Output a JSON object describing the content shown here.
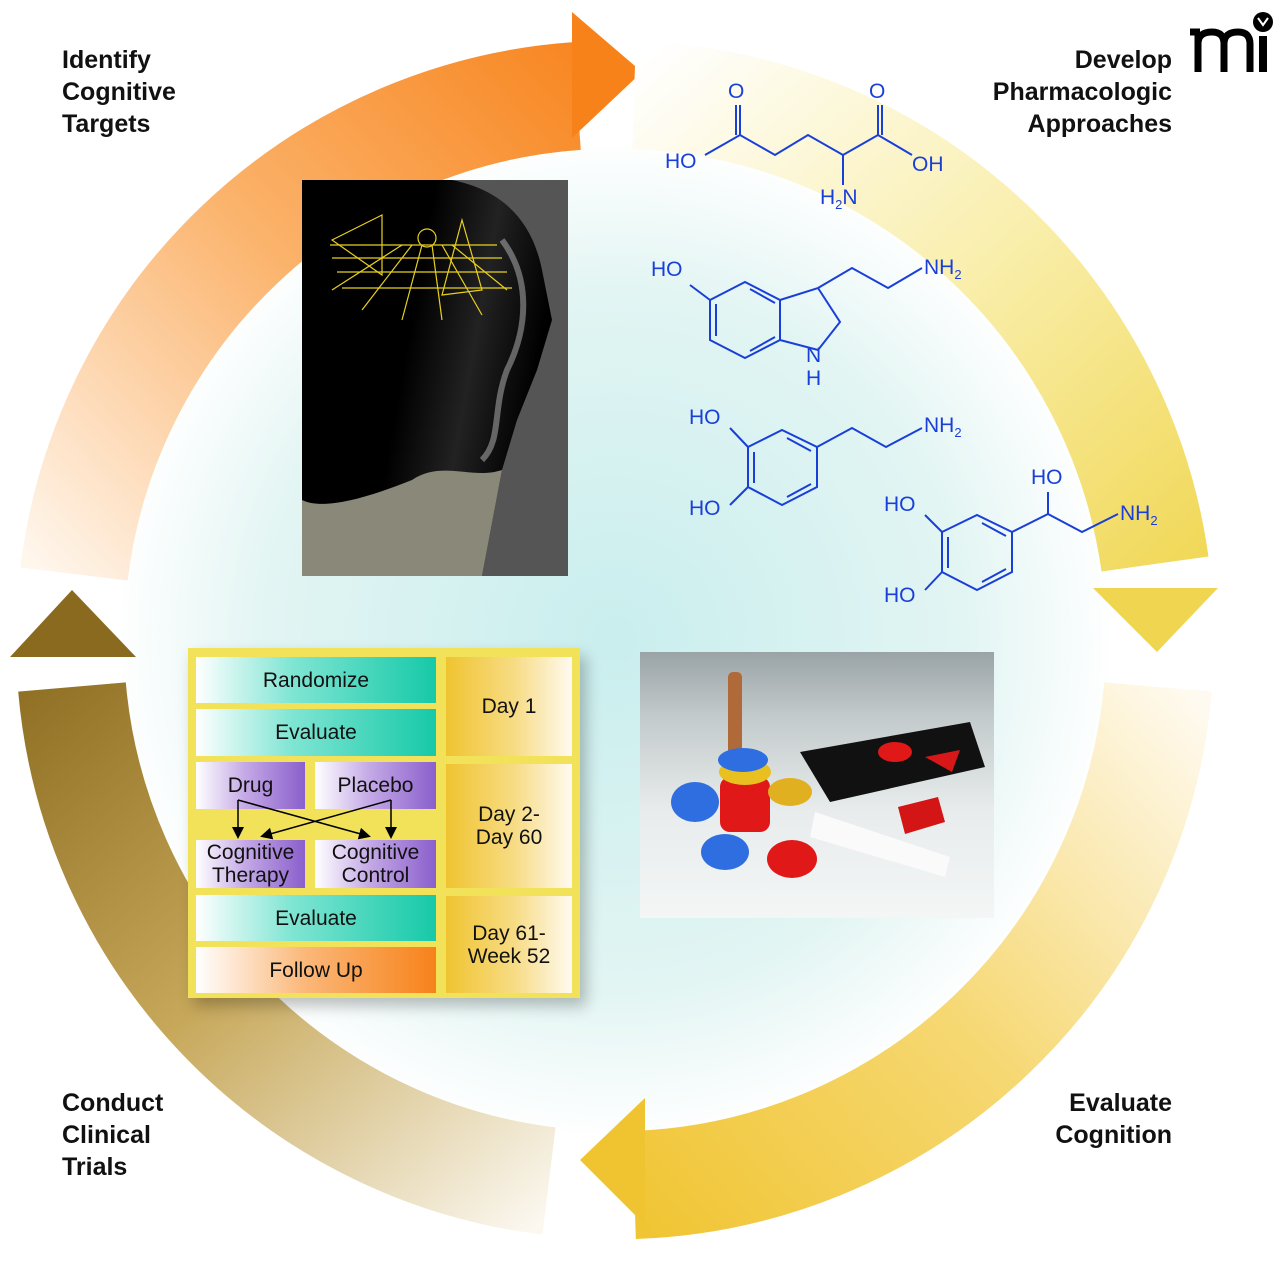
{
  "stages": {
    "identify": [
      "Identify",
      "Cognitive",
      "Targets"
    ],
    "develop": [
      "Develop",
      "Pharmacologic",
      "Approaches"
    ],
    "evaluate": [
      "Evaluate",
      "Cognition"
    ],
    "conduct": [
      "Conduct",
      "Clinical",
      "Trials"
    ]
  },
  "logo": "mi",
  "molecules": {
    "glutamate": {
      "o1": "O",
      "o2": "O",
      "ho": "HO",
      "oh": "OH",
      "h2n": "H",
      "h2n_sub": "2",
      "h2n_n": "N"
    },
    "serotonin": {
      "ho": "HO",
      "nh2": "NH",
      "nh2_sub": "2",
      "n": "N",
      "h": "H"
    },
    "dopamine": {
      "ho1": "HO",
      "ho2": "HO",
      "nh2": "NH",
      "nh2_sub": "2"
    },
    "norepinephrine": {
      "ho_side": "HO",
      "ho1": "HO",
      "ho2": "HO",
      "nh2": "NH",
      "nh2_sub": "2"
    }
  },
  "trial": {
    "randomize": "Randomize",
    "evaluate1": "Evaluate",
    "drug": "Drug",
    "placebo": "Placebo",
    "therapy": [
      "Cognitive",
      "Therapy"
    ],
    "control": [
      "Cognitive",
      "Control"
    ],
    "evaluate2": "Evaluate",
    "followup": "Follow Up",
    "day1": "Day 1",
    "day2": [
      "Day 2-",
      "Day 60"
    ],
    "day61": [
      "Day 61-",
      "Week 52"
    ]
  },
  "colors": {
    "orange": "#f7821a",
    "yellow": "#f0c430",
    "brown": "#8a6a1e",
    "molecule": "#1a3fd8",
    "teal": "#16c9a8",
    "purple": "#8a5fcc"
  }
}
